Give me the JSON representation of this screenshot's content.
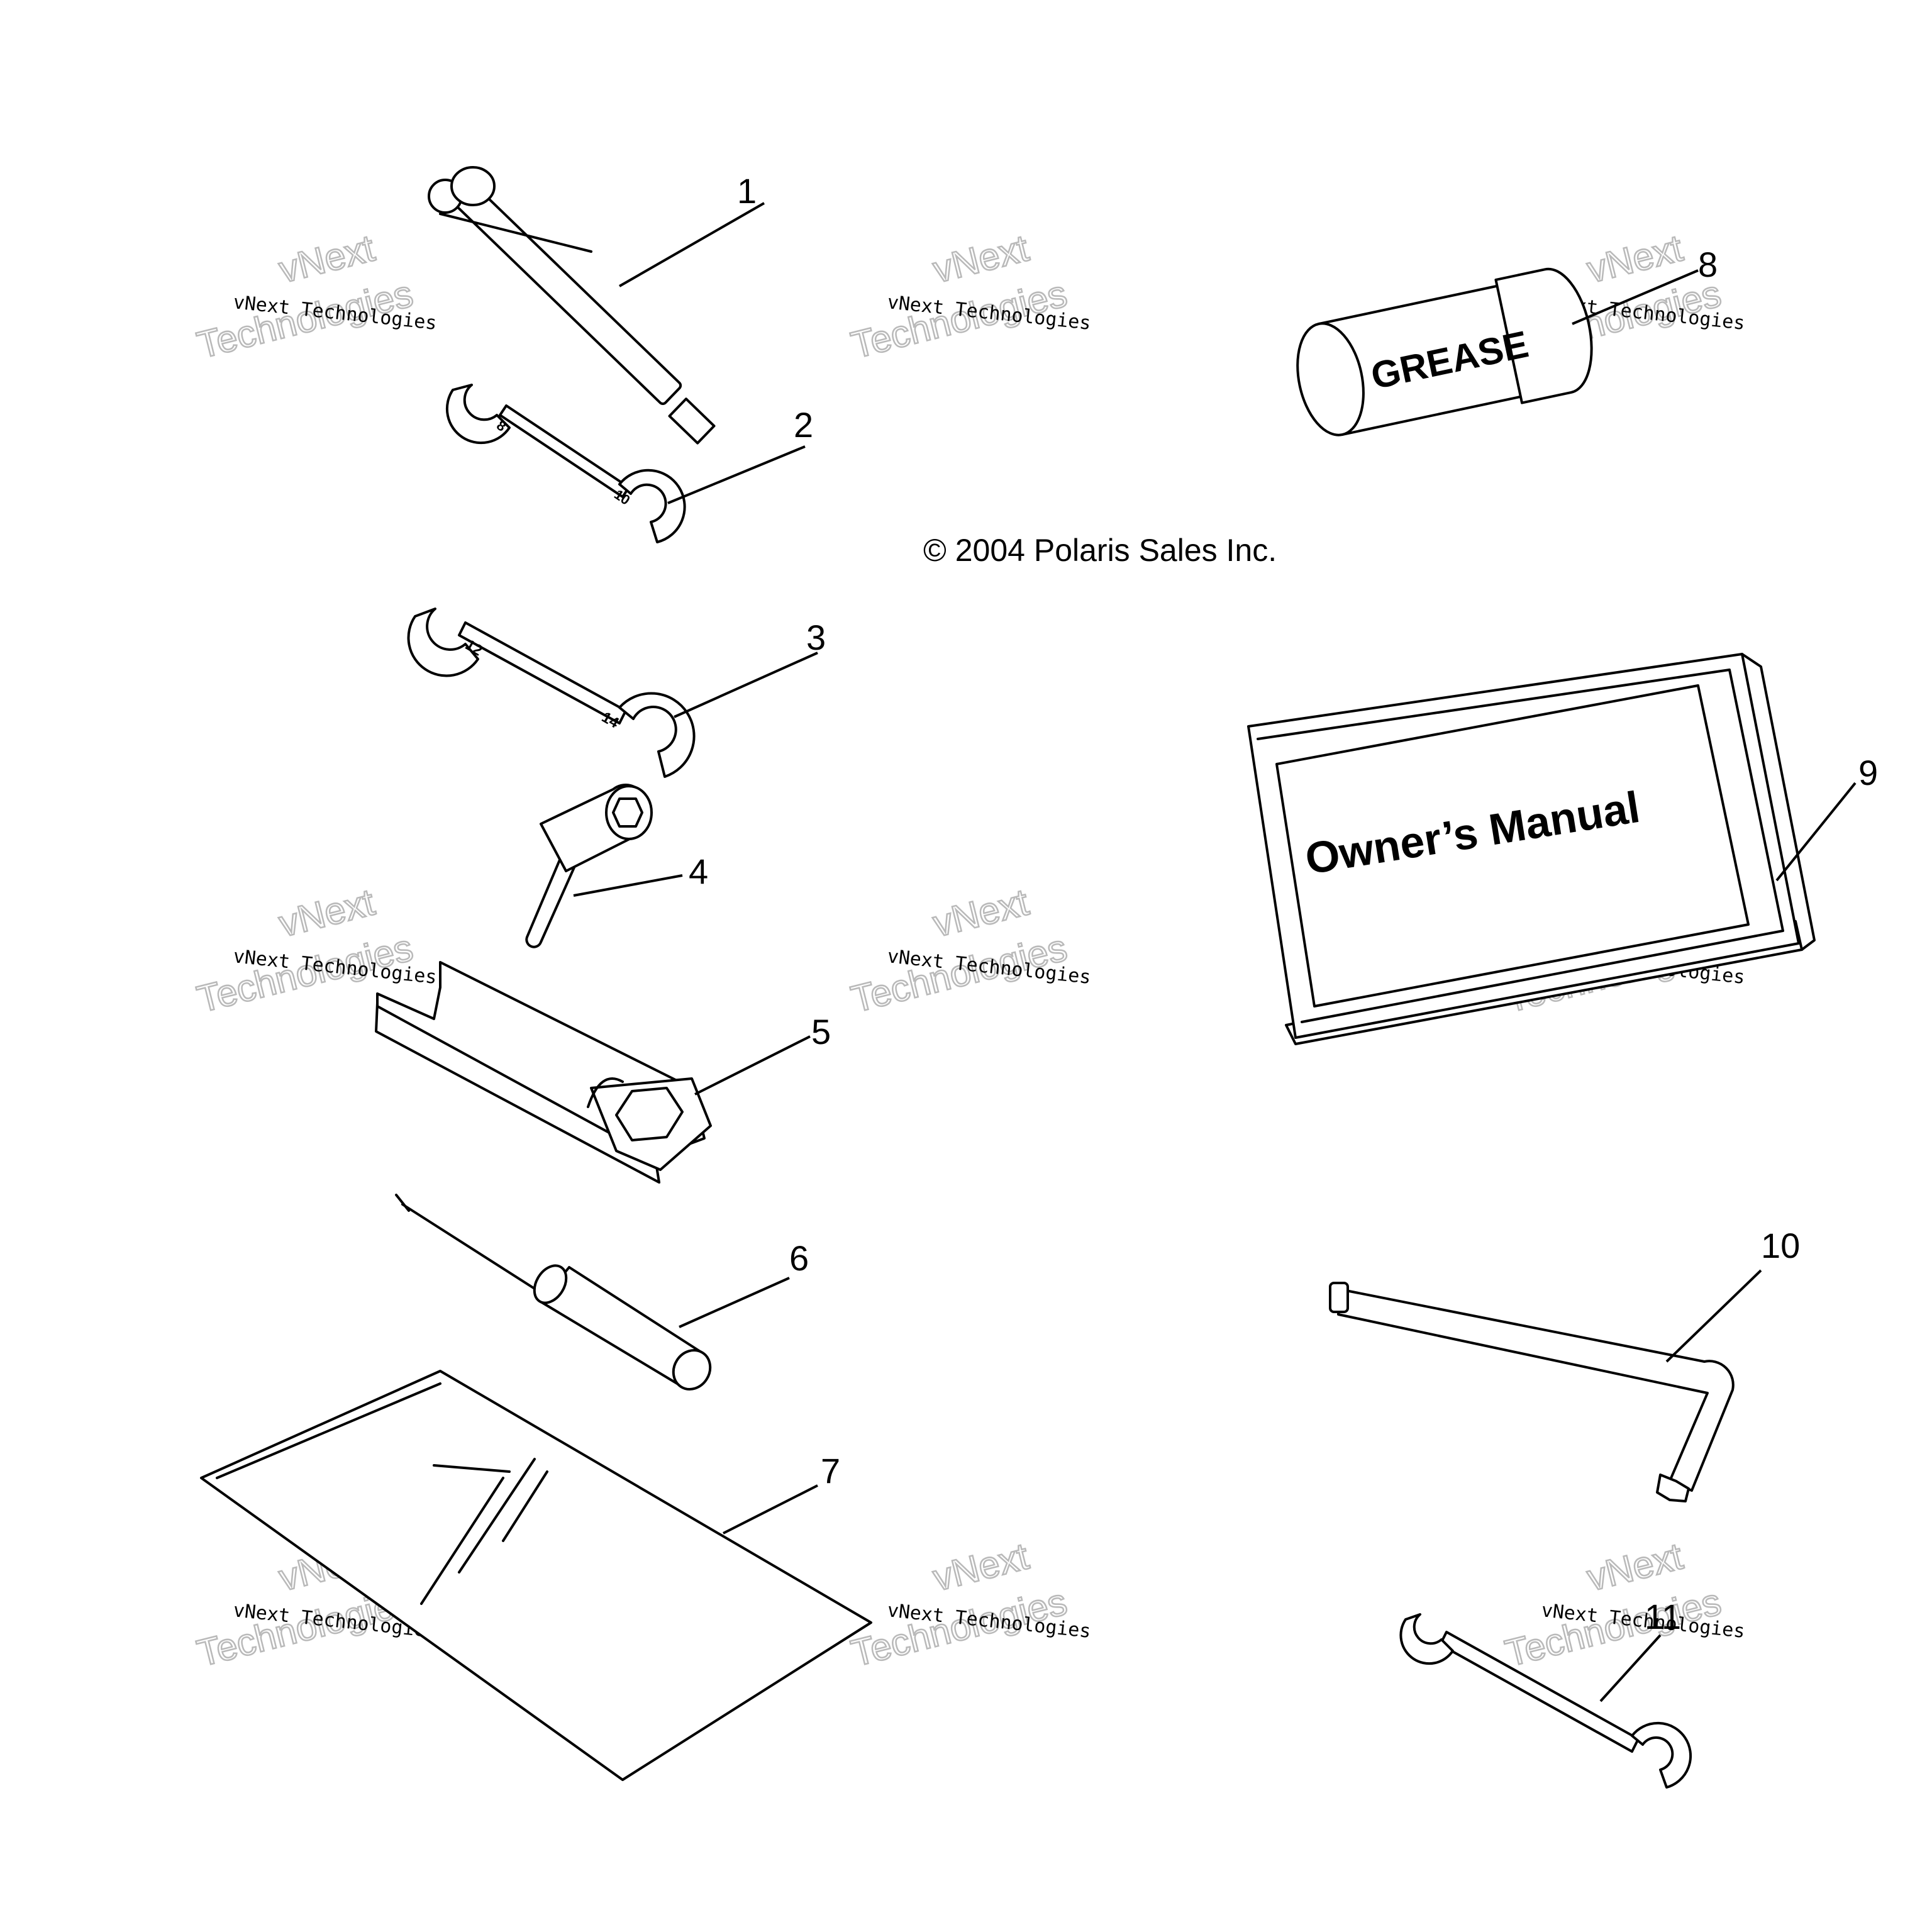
{
  "copyright": "© 2004 Polaris Sales Inc.",
  "callouts": [
    "1",
    "2",
    "3",
    "4",
    "5",
    "6",
    "7",
    "8",
    "9",
    "10",
    "11"
  ],
  "product_labels": {
    "grease": "GREASE",
    "manual": "Owner’s Manual",
    "wrench_2_sizes": [
      "8",
      "10"
    ],
    "wrench_3_sizes": [
      "12",
      "14"
    ]
  },
  "watermark": {
    "line": "vNext Technologies",
    "big_1": "vNext",
    "big_2": "Technologies"
  }
}
